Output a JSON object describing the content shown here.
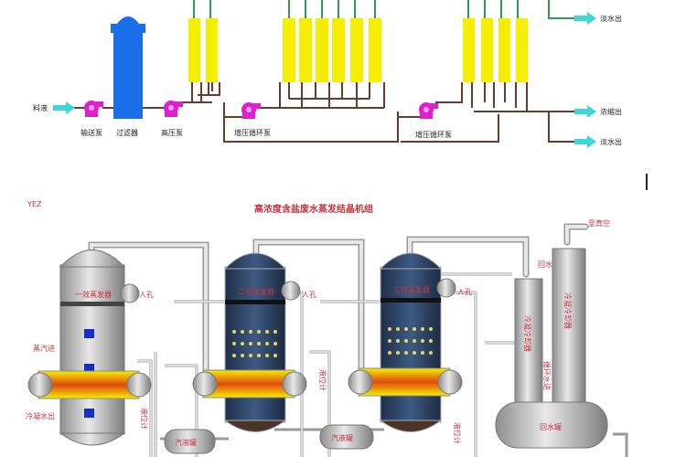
{
  "top_process": {
    "feed_label": "料液",
    "equipment": {
      "feed_pump": "输送泵",
      "filter": "过滤器",
      "high_pressure_pump": "高压泵",
      "booster_pump_1": "增压循环泵",
      "booster_pump_2": "增压循环泵"
    },
    "outputs": [
      "淡水出",
      "浓缩出",
      "淡水出"
    ]
  },
  "bottom_process": {
    "corner_mark": "YEZ",
    "title": "高浓度含盐废水蒸发结晶机组",
    "labels": {
      "effect1": "一效蒸发器",
      "effect2": "二效蒸发器",
      "effect3": "三效蒸发器",
      "manhole_1": "人孔",
      "manhole_2": "人孔",
      "manhole_3": "人孔",
      "steam_in": "蒸汽进",
      "condensate_out": "冷凝水出",
      "level_gauge_1": "液位计",
      "level_gauge_2": "液位计",
      "level_gauge_3": "液位计",
      "separator_1": "汽液罐",
      "separator_2": "汽液罐",
      "to_vacuum": "至真空",
      "return_water": "回水",
      "condenser_1": "冷凝冷却器",
      "condenser_2": "冷凝冷却器",
      "cooling_water_in": "循环水进",
      "receiver_tank": "回水罐"
    }
  },
  "colors": {
    "pump": "#e020d0",
    "filter": "#1a6ee8",
    "membrane": "#f5ee00",
    "arrow": "#3fd6d6",
    "brown_pipe": "#6b3b2a",
    "green_pipe": "#2e9e4a",
    "evaporator_dark": "#2b3f5e",
    "label_red": "#c8323c"
  }
}
